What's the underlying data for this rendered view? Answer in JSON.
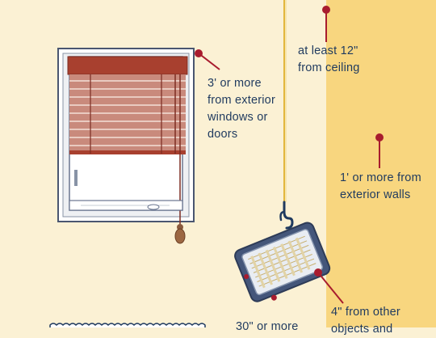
{
  "colors": {
    "room_wall": "#fbf1d4",
    "exterior_wall": "#f8d67f",
    "text": "#1f3a5f",
    "pointer": "#a81c2e",
    "blind": "#c98a7c",
    "blind_header": "#a8402f",
    "hanging_chain": "#e2b73c",
    "device_frame": "#44567a",
    "device_screen": "#e9edf3"
  },
  "annotations": {
    "ceiling": [
      "at least 12\"",
      "from ceiling"
    ],
    "window": [
      "3' or more",
      "from exterior",
      "windows or",
      "doors"
    ],
    "exterior_walls": [
      "1' or more from",
      "exterior walls"
    ],
    "other_objects": [
      "4\" from other",
      "objects and"
    ],
    "bottom": [
      "30\" or more"
    ]
  },
  "icons": [
    "window-with-blinds-icon",
    "hanging-device-icon",
    "hook-icon",
    "chain-icon",
    "pointer-dot-icon",
    "bed-pillow-icon"
  ]
}
